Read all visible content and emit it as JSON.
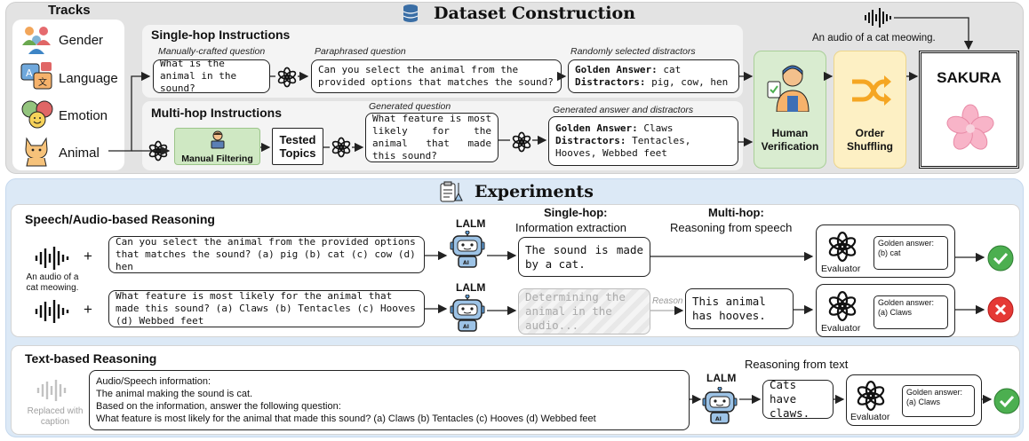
{
  "construction": {
    "title": "Dataset Construction",
    "tracks_title": "Tracks",
    "tracks": [
      "Gender",
      "Language",
      "Emotion",
      "Animal"
    ],
    "single_hop": {
      "title": "Single-hop Instructions",
      "manual_label": "Manually-crafted question",
      "manual_text": "What is the animal in the sound?",
      "para_label": "Paraphrased question",
      "para_text": "Can you select the animal from the provided options that matches the sound?",
      "distr_label": "Randomly selected distractors",
      "golden_key": "Golden Answer:",
      "golden_val": "cat",
      "distr_key": "Distractors:",
      "distr_val": "pig, cow, hen"
    },
    "multi_hop": {
      "title": "Multi-hop Instructions",
      "manual_filtering": "Manual Filtering",
      "tested_topics": "Tested Topics",
      "gen_q_label": "Generated question",
      "gen_q_text": "What feature is most likely for the animal that made this sound?",
      "gen_a_label": "Generated answer and distractors",
      "golden_key": "Golden Answer:",
      "golden_val": "Claws",
      "distr_key": "Distractors:",
      "distr_val": "Tentacles, Hooves, Webbed feet"
    },
    "audio_caption": "An audio of a cat meowing.",
    "human_verification": "Human Verification",
    "order_shuffling": "Order Shuffling",
    "sakura": "SAKURA"
  },
  "experiments": {
    "title": "Experiments",
    "speech_title": "Speech/Audio-based Reasoning",
    "audio_caption": "An audio of a cat meowing.",
    "plus": "+",
    "lalm": "LALM",
    "single_hop_head": "Single-hop:",
    "single_hop_sub": "Information extraction",
    "multi_hop_head": "Multi-hop:",
    "multi_hop_sub": "Reasoning from speech",
    "q1": "Can you select the animal from the provided options that matches the sound? (a) pig (b) cat (c) cow (d) hen",
    "a1": "The sound is made by a cat.",
    "q2": "What feature is most likely for the animal that made this sound? (a) Claws (b) Tentacles (c) Hooves (d) Webbed feet",
    "a2_hidden": "Determining the animal in the audio...",
    "reason": "Reason",
    "a2": "This animal has hooves.",
    "evaluator": "Evaluator",
    "golden1_key": "Golden answer:",
    "golden1_val": "(b) cat",
    "golden2_key": "Golden answer:",
    "golden2_val": "(a) Claws",
    "text_title": "Text-based Reasoning",
    "replaced": "Replaced with caption",
    "text_prompt_1": "Audio/Speech information:",
    "text_prompt_2": "The animal making the sound is cat.",
    "text_prompt_3": "Based on the information, answer the following question:",
    "text_prompt_4": "What feature is most likely for the animal that made this sound? (a) Claws (b) Tentacles (c) Hooves (d) Webbed feet",
    "reasoning_text": "Reasoning from text",
    "a3": "Cats have claws.",
    "golden3_key": "Golden answer:",
    "golden3_val": "(a) Claws"
  },
  "colors": {
    "construction_bg": "#e3e3e3",
    "experiments_bg": "#dce9f6",
    "human_green": "#d9ecd0",
    "order_yellow": "#fdf0c4",
    "check_green": "#4caf50",
    "cross_red": "#e53935",
    "shuffle_orange": "#f5a623"
  }
}
